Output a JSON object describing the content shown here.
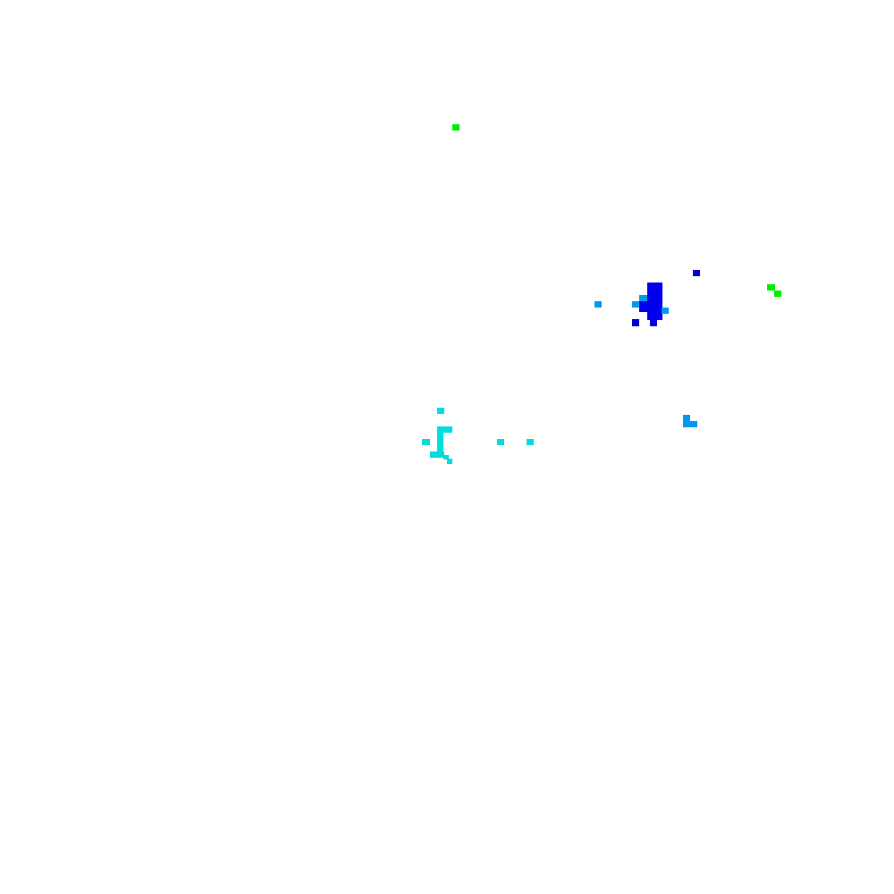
{
  "colors": {
    "background": "#ffffff",
    "green": "#00ee00",
    "blue": "#0000ee",
    "dark_blue": "#0000cc",
    "light_blue": "#0099ee",
    "cyan": "#00dddd"
  },
  "clusters": [
    {
      "name": "green-top",
      "color": "green"
    },
    {
      "name": "blue-blob",
      "color": "blue"
    },
    {
      "name": "light-blue-specks",
      "color": "light_blue"
    },
    {
      "name": "green-right",
      "color": "green"
    },
    {
      "name": "cyan-mark",
      "color": "cyan"
    }
  ]
}
